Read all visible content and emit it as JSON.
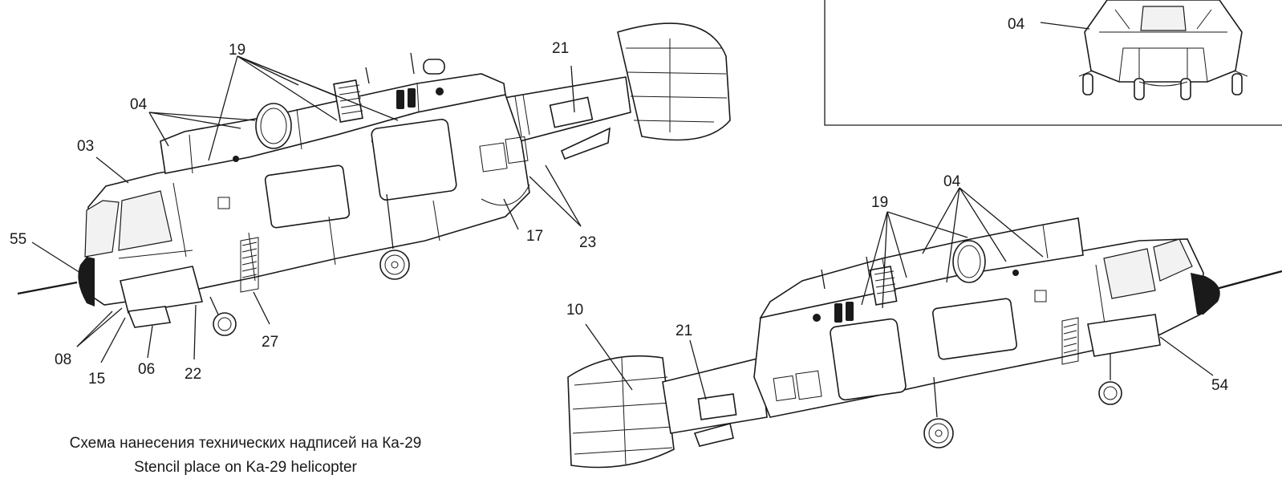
{
  "caption": {
    "line_ru": "Схема нанесения технических надписей на Ка-29",
    "line_en": "Stencil place on  Ka-29 helicopter"
  },
  "callouts_left": {
    "c19": "19",
    "c21": "21",
    "c04": "04",
    "c03": "03",
    "c55": "55",
    "c17": "17",
    "c23": "23",
    "c08": "08",
    "c15": "15",
    "c06": "06",
    "c22": "22",
    "c27": "27"
  },
  "callouts_right": {
    "c04": "04",
    "c19": "19",
    "c10": "10",
    "c21": "21",
    "c54": "54"
  },
  "callouts_inset": {
    "c04": "04"
  },
  "colors": {
    "ink": "#1a1a1a",
    "paper": "#ffffff"
  }
}
